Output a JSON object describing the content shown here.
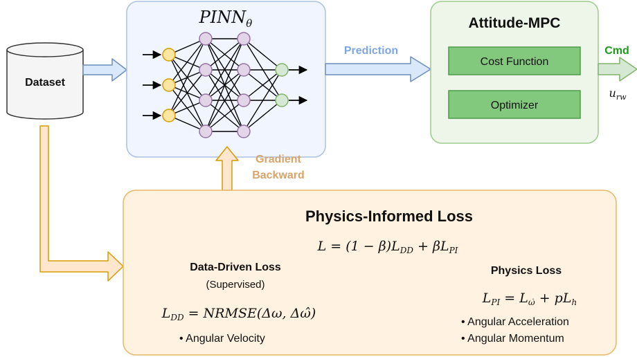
{
  "dataset": {
    "label": "Dataset"
  },
  "pinn": {
    "title": "PINN",
    "title_sub": "θ"
  },
  "arrows": {
    "prediction": "Prediction",
    "cmd": "Cmd",
    "cmd_var": "u",
    "cmd_var_sub": "rw",
    "gradient_line1": "Gradient",
    "gradient_line2": "Backward"
  },
  "mpc": {
    "title": "Attitude-MPC",
    "cost_function": "Cost Function",
    "optimizer": "Optimizer"
  },
  "loss": {
    "title": "Physics-Informed Loss",
    "total_formula": "L = (1 − β)L_DD + βL_PI",
    "data_driven": {
      "title": "Data-Driven Loss",
      "subtitle": "(Supervised)",
      "formula": "L_DD = NRMSE(Δω, Δω̂)",
      "bullet": "Angular Velocity"
    },
    "physics": {
      "title": "Physics Loss",
      "formula": "L_PI = L_ω̇ + pL_h",
      "bullets": [
        "Angular Acceleration",
        "Angular Momentum"
      ]
    }
  },
  "colors": {
    "blue_arrow": "#dae8fc",
    "blue_arrow_stroke": "#6c8ebf",
    "prediction_text": "#7ea6e0",
    "orange_fill": "#ffe6cc",
    "orange_stroke": "#d79b00",
    "gradient_text": "#d9a46a",
    "green_box": "#d5e8d4",
    "green_stroke": "#82b366",
    "green_inner": "#82c97e",
    "cmd_text": "#1a9c1a",
    "loss_fill": "#fff2e0",
    "loss_stroke": "#e8b765"
  }
}
